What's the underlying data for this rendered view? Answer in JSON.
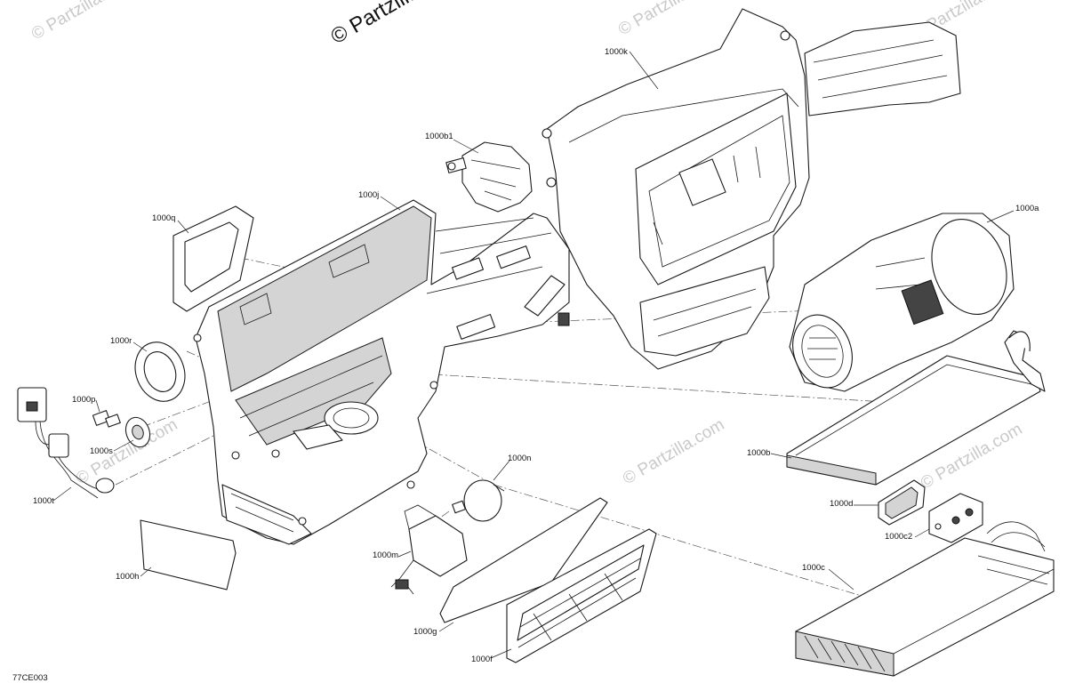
{
  "watermarks": {
    "top": "© Partzilla",
    "faint": "© Partzilla.com"
  },
  "figure_code": "77CE003",
  "callouts": {
    "1000k": "1000k",
    "1000b1": "1000b1",
    "1000j": "1000j",
    "1000q": "1000q",
    "1000a": "1000a",
    "1000r": "1000r",
    "1000p": "1000p",
    "1000s": "1000s",
    "1000t": "1000t",
    "1000b": "1000b",
    "1000n": "1000n",
    "1000d": "1000d",
    "1000c2": "1000c2",
    "1000m": "1000m",
    "1000c": "1000c",
    "1000h": "1000h",
    "1000g": "1000g",
    "1000f": "1000f"
  }
}
